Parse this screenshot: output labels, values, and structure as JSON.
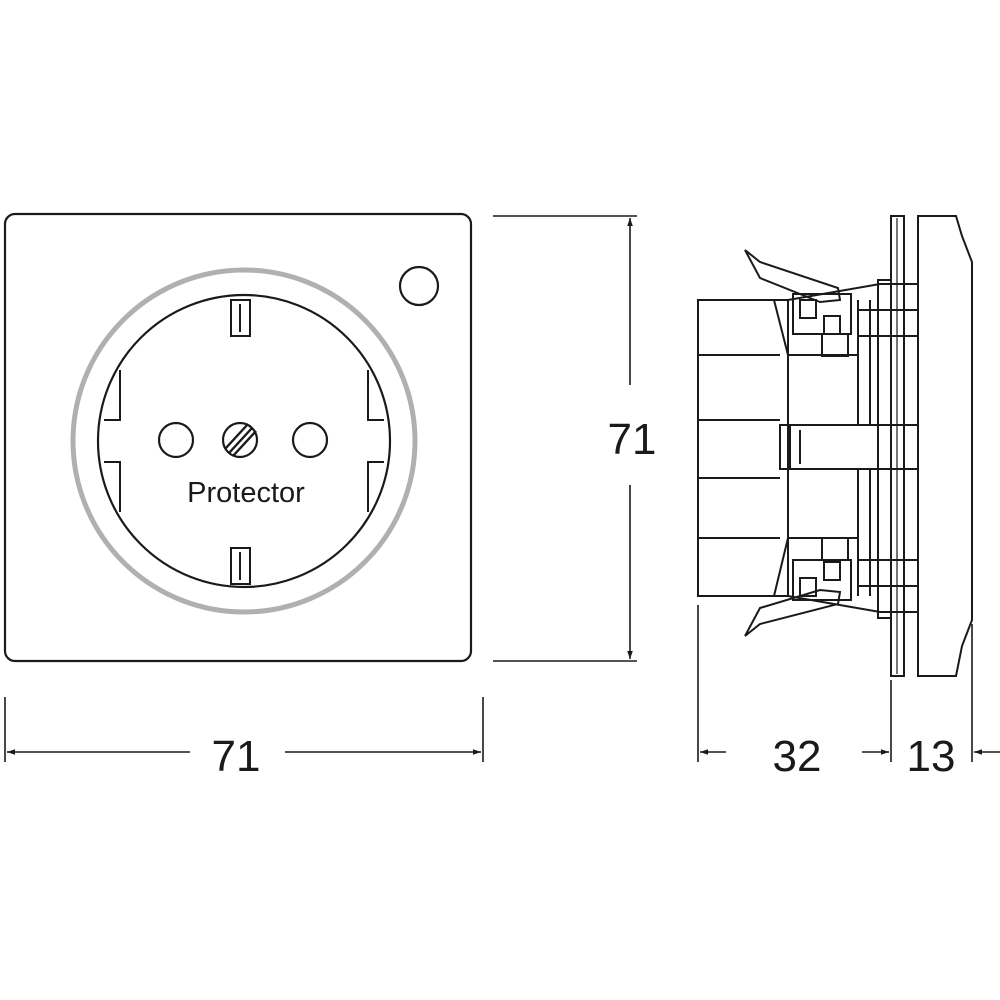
{
  "socket_label": "Protector",
  "dimensions": {
    "width": "71",
    "height": "71",
    "depth_body": "32",
    "depth_cover": "13"
  },
  "colors": {
    "line": "#1a1a1a",
    "ring": "#b0b0b0",
    "background": "#ffffff"
  }
}
